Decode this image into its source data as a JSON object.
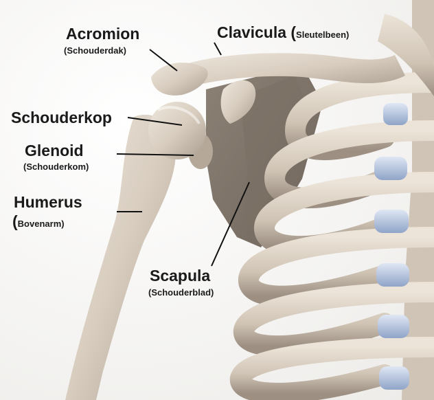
{
  "labels": {
    "acromion": {
      "name": "Acromion",
      "sub": "(Schouderdak)"
    },
    "clavicula": {
      "name": "Clavicula (",
      "sub": "Sleutelbeen)"
    },
    "schouderkop": {
      "name": "Schouderkop"
    },
    "glenoid": {
      "name": "Glenoid",
      "sub": "(Schouderkom)"
    },
    "humerus": {
      "name": "Humerus",
      "paren": "(",
      "sub": "Bovenarm)"
    },
    "scapula": {
      "name": "Scapula",
      "sub": "(Schouderblad)"
    }
  },
  "colors": {
    "bone": "#d9cfc2",
    "bone_shadow": "#a89c8e",
    "cartilage": "#b9c9e3",
    "background": "#f4f3f1",
    "leader_line": "#111111"
  }
}
